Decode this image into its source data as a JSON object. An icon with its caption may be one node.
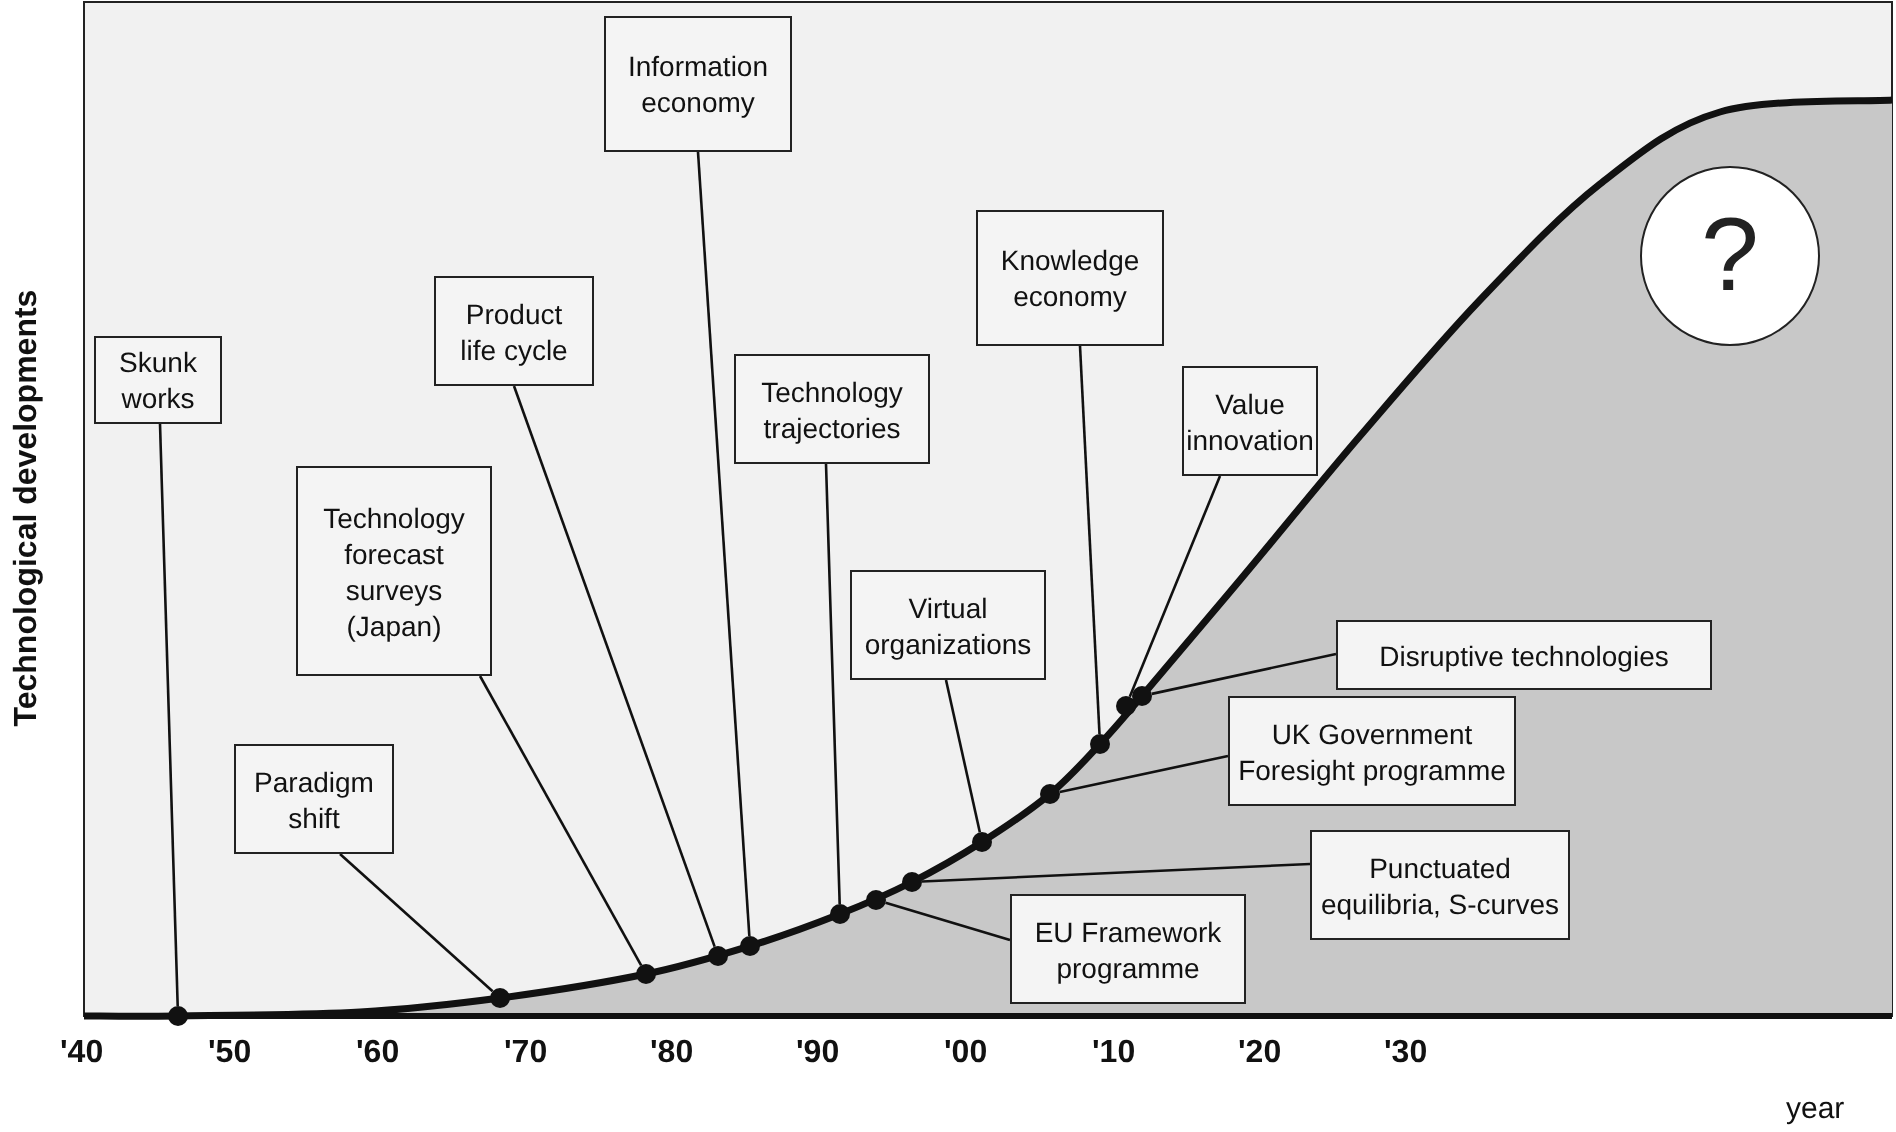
{
  "diagram": {
    "nodes": [
      {
        "text": [
          "Skunk works"
        ]
      },
      {
        "text": [
          "Paradigm shift"
        ]
      },
      {
        "text": [
          "Technology forecast surveys (Japan)"
        ]
      },
      {
        "text": [
          "Product life cycle"
        ]
      },
      {
        "text": [
          "Information economy"
        ]
      },
      {
        "text": [
          "Technology trajectories"
        ]
      },
      {
        "text": [
          "Virtual organizations"
        ]
      },
      {
        "text": [
          "Knowledge economy"
        ]
      },
      {
        "text": [
          "Value innovation"
        ]
      },
      {
        "text": [
          "Disruptive technologies"
        ]
      },
      {
        "text": [
          "UK Government Foresight programme"
        ]
      },
      {
        "text": [
          "Punctuated equilibria, S-curves"
        ]
      },
      {
        "text": [
          "EU Framework programme"
        ]
      },
      {
        "text": [
          "?"
        ]
      },
      {
        "text": [],
        "shape": "circle"
      },
      {
        "text": [],
        "shape": "circle"
      },
      {
        "text": [],
        "shape": "circle"
      },
      {
        "text": [],
        "shape": "circle"
      },
      {
        "text": [],
        "shape": "circle"
      },
      {
        "text": [],
        "shape": "circle"
      },
      {
        "text": [],
        "shape": "circle"
      },
      {
        "text": [],
        "shape": "circle"
      },
      {
        "text": [],
        "shape": "circle"
      },
      {
        "text": [],
        "shape": "circle"
      },
      {
        "text": [],
        "shape": "circle"
      },
      {
        "text": [],
        "shape": "circle"
      },
      {
        "text": [],
        "shape": "circle"
      }
    ],
    "edges": [
      {
        "from": 0,
        "to": 14,
        "arrow": "none"
      },
      {
        "from": 1,
        "to": 15,
        "arrow": "none"
      },
      {
        "from": 2,
        "to": 16,
        "arrow": "none"
      },
      {
        "from": 3,
        "to": 17,
        "arrow": "none"
      },
      {
        "from": 4,
        "to": 18,
        "arrow": "none"
      },
      {
        "from": 5,
        "to": 19,
        "arrow": "none"
      },
      {
        "from": 12,
        "to": 20,
        "arrow": "none"
      },
      {
        "from": 11,
        "to": 21,
        "arrow": "none"
      },
      {
        "from": 6,
        "to": 22,
        "arrow": "none"
      },
      {
        "from": 10,
        "to": 23,
        "arrow": "none"
      },
      {
        "from": 7,
        "to": 24,
        "arrow": "none"
      },
      {
        "from": 8,
        "to": 25,
        "arrow": "none"
      },
      {
        "from": 9,
        "to": 26,
        "arrow": "none"
      }
    ],
    "labels": [
      "Technological developments",
      "'40",
      "'50",
      "'60",
      "'70",
      "'80",
      "'90",
      "'00",
      "'10",
      "'20",
      "'30",
      "year"
    ]
  }
}
